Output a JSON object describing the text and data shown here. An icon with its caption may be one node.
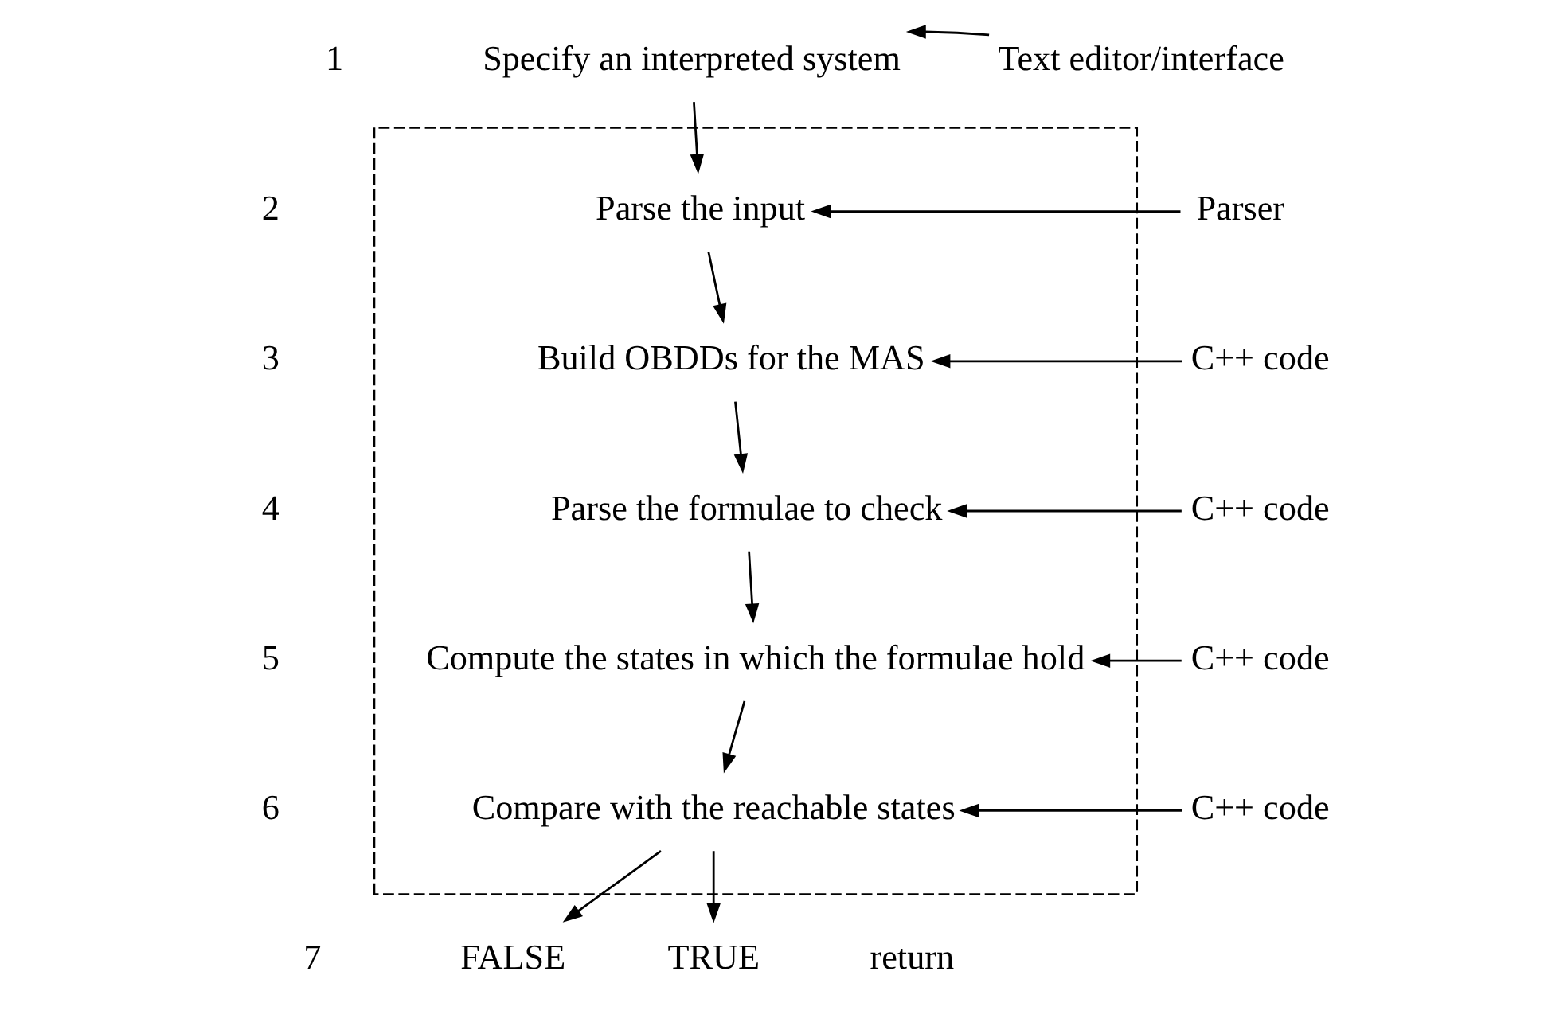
{
  "diagram": {
    "nodes": [
      {
        "text": [
          "Specify an interpreted system"
        ]
      },
      {
        "text": [
          "Text editor/interface"
        ]
      },
      {
        "text": [],
        "shape": "box"
      },
      {
        "text": [
          "Parse the input"
        ],
        "in": 2
      },
      {
        "text": [
          "Parser"
        ]
      },
      {
        "text": [
          "Build OBDDs for the MAS"
        ],
        "in": 2
      },
      {
        "text": [
          "C++ code"
        ]
      },
      {
        "text": [
          "Parse the formulae to check"
        ],
        "in": 2
      },
      {
        "text": [
          "C++ code"
        ]
      },
      {
        "text": [
          "Compute the states in which the formulae hold"
        ],
        "in": 2
      },
      {
        "text": [
          "C++ code"
        ]
      },
      {
        "text": [
          "Compare with the reachable states"
        ],
        "in": 2
      },
      {
        "text": [
          "C++ code"
        ]
      },
      {
        "text": [
          "FALSE"
        ]
      },
      {
        "text": [
          "TRUE"
        ]
      }
    ],
    "edges": [
      {
        "from": 1,
        "to": 0,
        "arrow": "to"
      },
      {
        "from": 0,
        "to": 3,
        "arrow": "to"
      },
      {
        "from": 4,
        "to": 3,
        "arrow": "to"
      },
      {
        "from": 3,
        "to": 5,
        "arrow": "to"
      },
      {
        "from": 6,
        "to": 5,
        "arrow": "to"
      },
      {
        "from": 5,
        "to": 7,
        "arrow": "to"
      },
      {
        "from": 8,
        "to": 7,
        "arrow": "to"
      },
      {
        "from": 7,
        "to": 9,
        "arrow": "to"
      },
      {
        "from": 10,
        "to": 9,
        "arrow": "to"
      },
      {
        "from": 9,
        "to": 11,
        "arrow": "to"
      },
      {
        "from": 12,
        "to": 11,
        "arrow": "to"
      },
      {
        "from": 11,
        "to": 13,
        "arrow": "to"
      },
      {
        "from": 11,
        "to": 14,
        "arrow": "to"
      }
    ],
    "labels": [
      "1",
      "2",
      "3",
      "4",
      "5",
      "6",
      "7",
      "return"
    ]
  }
}
